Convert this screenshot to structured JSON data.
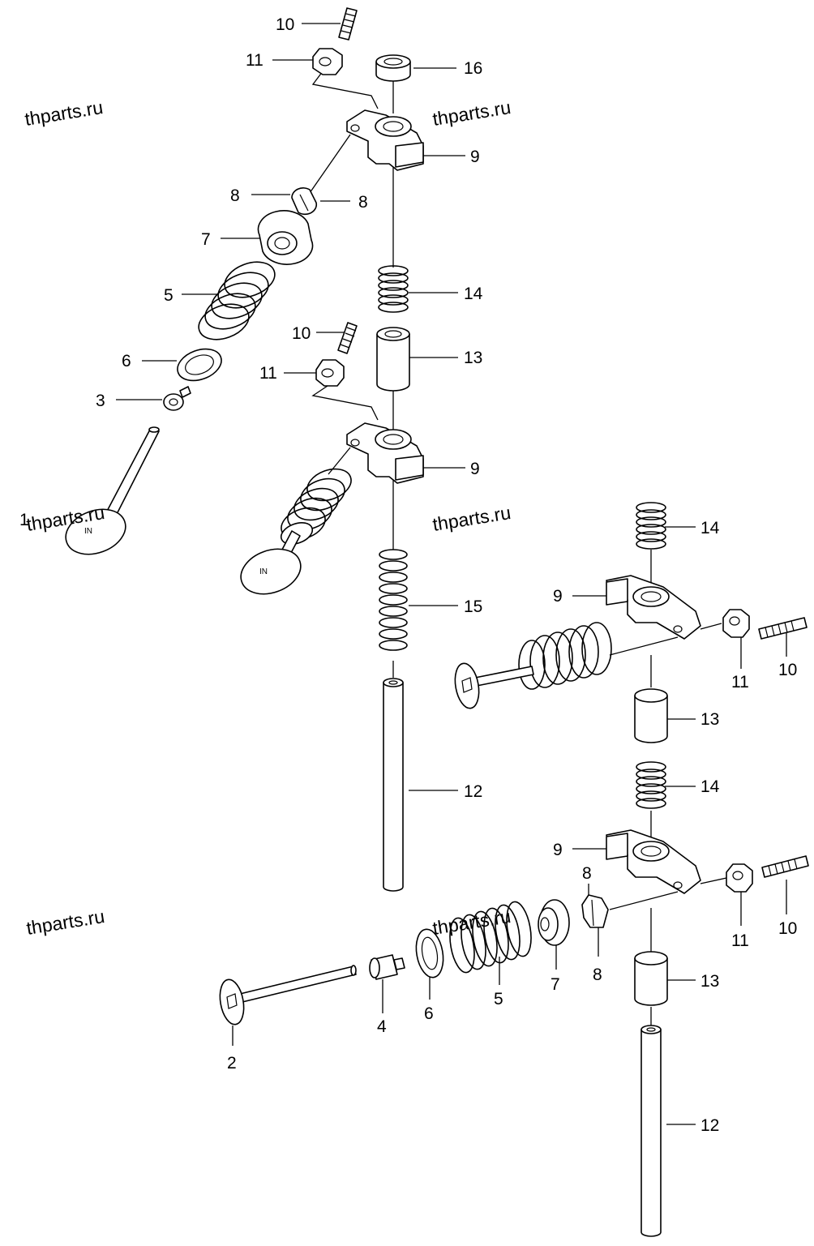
{
  "watermarks": [
    "thparts.ru",
    "thparts.ru",
    "thparts.ru",
    "thparts.ru",
    "thparts.ru",
    "thparts.ru"
  ],
  "callouts": [
    "10",
    "11",
    "16",
    "9",
    "8",
    "8",
    "7",
    "14",
    "5",
    "10",
    "13",
    "11",
    "6",
    "3",
    "9",
    "1",
    "15",
    "12",
    "14",
    "9",
    "11",
    "10",
    "13",
    "14",
    "9",
    "8",
    "11",
    "10",
    "8",
    "7",
    "5",
    "6",
    "4",
    "13",
    "2",
    "12"
  ],
  "stamps": [
    "IN",
    "IN"
  ],
  "icons": {
    "intake-valve": "intake-valve-icon",
    "exhaust-valve": "exhaust-valve-icon",
    "rocker-arm": "rocker-arm-icon",
    "spring": "spring-icon",
    "push-rod": "push-rod-icon"
  }
}
